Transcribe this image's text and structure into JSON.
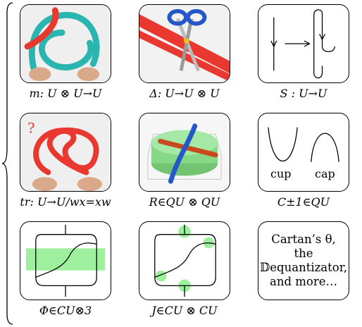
{
  "captions": {
    "m": "m: U ⊗ U→U",
    "delta": "Δ: U→U ⊗ U",
    "s": "S : U→U",
    "tr": "tr: U→U/wx=xw",
    "r": "R∈QU ⊗ QU",
    "c": "C±1∈QU",
    "phi": "Φ∈CU⊗3",
    "j": "J∈CU ⊗ CU"
  },
  "labels": {
    "cup": "cup",
    "cap": "cap",
    "question": "?"
  },
  "text_panel": {
    "line1": "Cartan’s θ,",
    "line2": "the",
    "line3": "𝔻equantizator,",
    "line4": "and more…"
  },
  "colors": {
    "red_tube": "#e8382f",
    "cyan_tube": "#2ab5b0",
    "green_highlight": "#9ef09e",
    "blue_tube": "#2457c8",
    "orange_tube": "#c84a1c"
  }
}
